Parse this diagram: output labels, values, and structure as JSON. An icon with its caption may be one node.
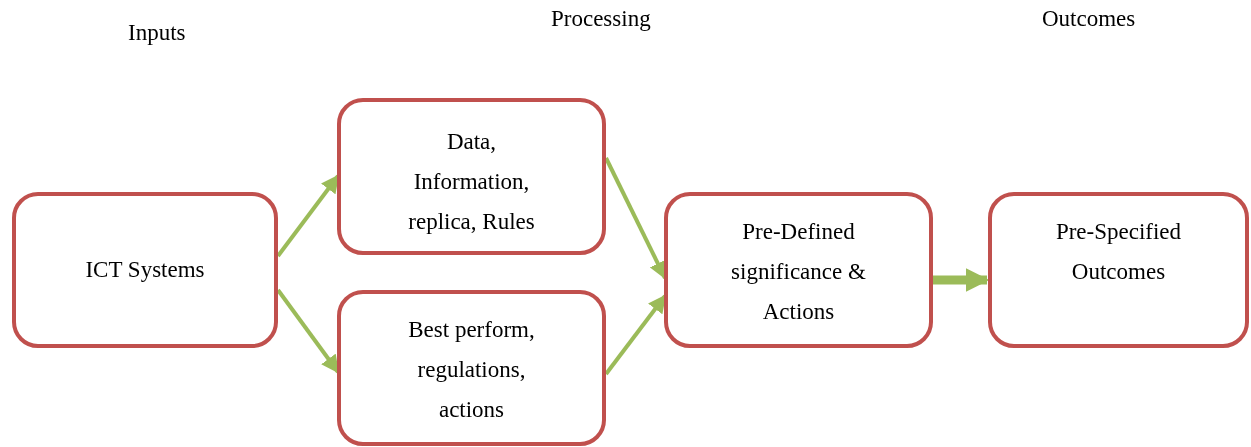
{
  "diagram": {
    "nodes": [
      {
        "text": [
          "ICT Systems"
        ]
      },
      {
        "text": [
          "Data, Information, replica, Rules"
        ]
      },
      {
        "text": [
          "Best perform, regulations, actions"
        ]
      },
      {
        "text": [
          "Pre-Defined significance & Actions"
        ]
      },
      {
        "text": [
          "Pre-Specified Outcomes"
        ]
      }
    ],
    "edges": [
      {
        "from": 0,
        "to": 1,
        "arrow": "to"
      },
      {
        "from": 0,
        "to": 2,
        "arrow": "to"
      },
      {
        "from": 1,
        "to": 3,
        "arrow": "to"
      },
      {
        "from": 2,
        "to": 3,
        "arrow": "to"
      },
      {
        "from": 3,
        "to": 4,
        "arrow": "to",
        "style": "thick"
      }
    ],
    "labels": [
      "Inputs",
      "Processing",
      "Outcomes"
    ]
  }
}
